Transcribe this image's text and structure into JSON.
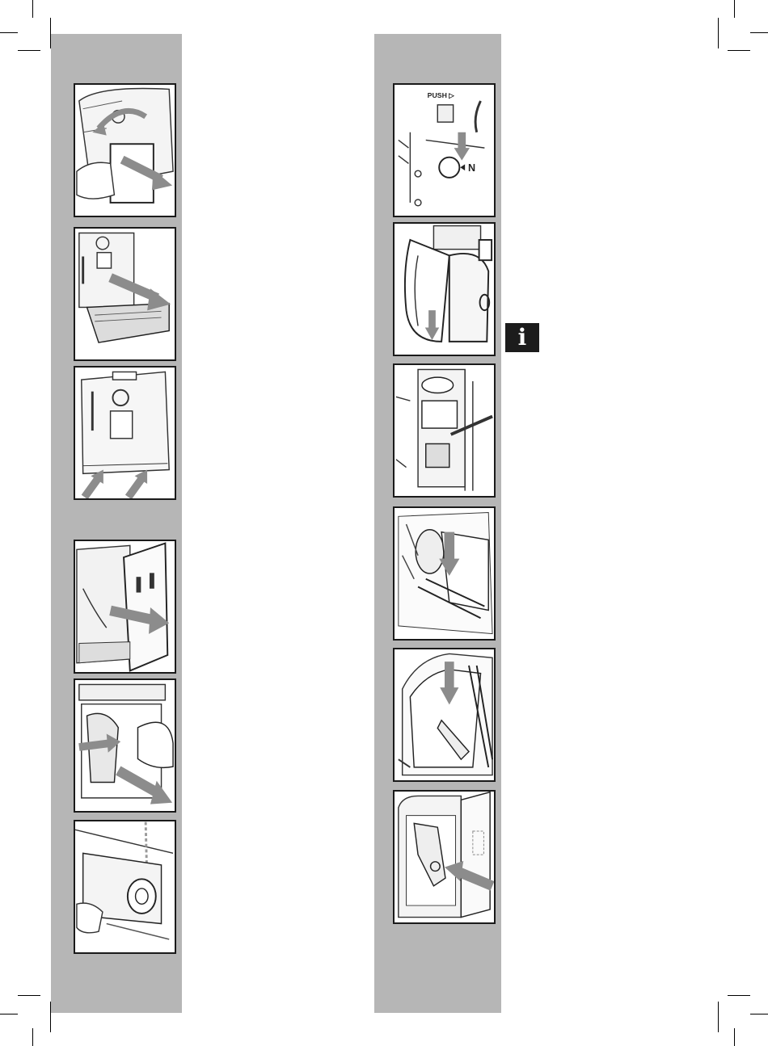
{
  "page": {
    "left_panels": [
      {
        "name": "remove-water-tank"
      },
      {
        "name": "remove-drip-tray"
      },
      {
        "name": "reinsert-base"
      },
      {
        "name": "open-service-door"
      },
      {
        "name": "remove-brew-group"
      },
      {
        "name": "rinse-brew-group"
      }
    ],
    "right_panels": [
      {
        "name": "push-button-n"
      },
      {
        "name": "brew-group-lever"
      },
      {
        "name": "lubricate-guides"
      },
      {
        "name": "align-brew-group"
      },
      {
        "name": "lock-brew-group"
      },
      {
        "name": "insert-brew-group"
      }
    ],
    "labels": {
      "push": "PUSH ▷",
      "n_mark": "N",
      "info_icon": "i"
    },
    "colors": {
      "sidebar": "#b6b6b6",
      "arrow": "#8c8c8c",
      "badge": "#1c1c1c"
    }
  }
}
